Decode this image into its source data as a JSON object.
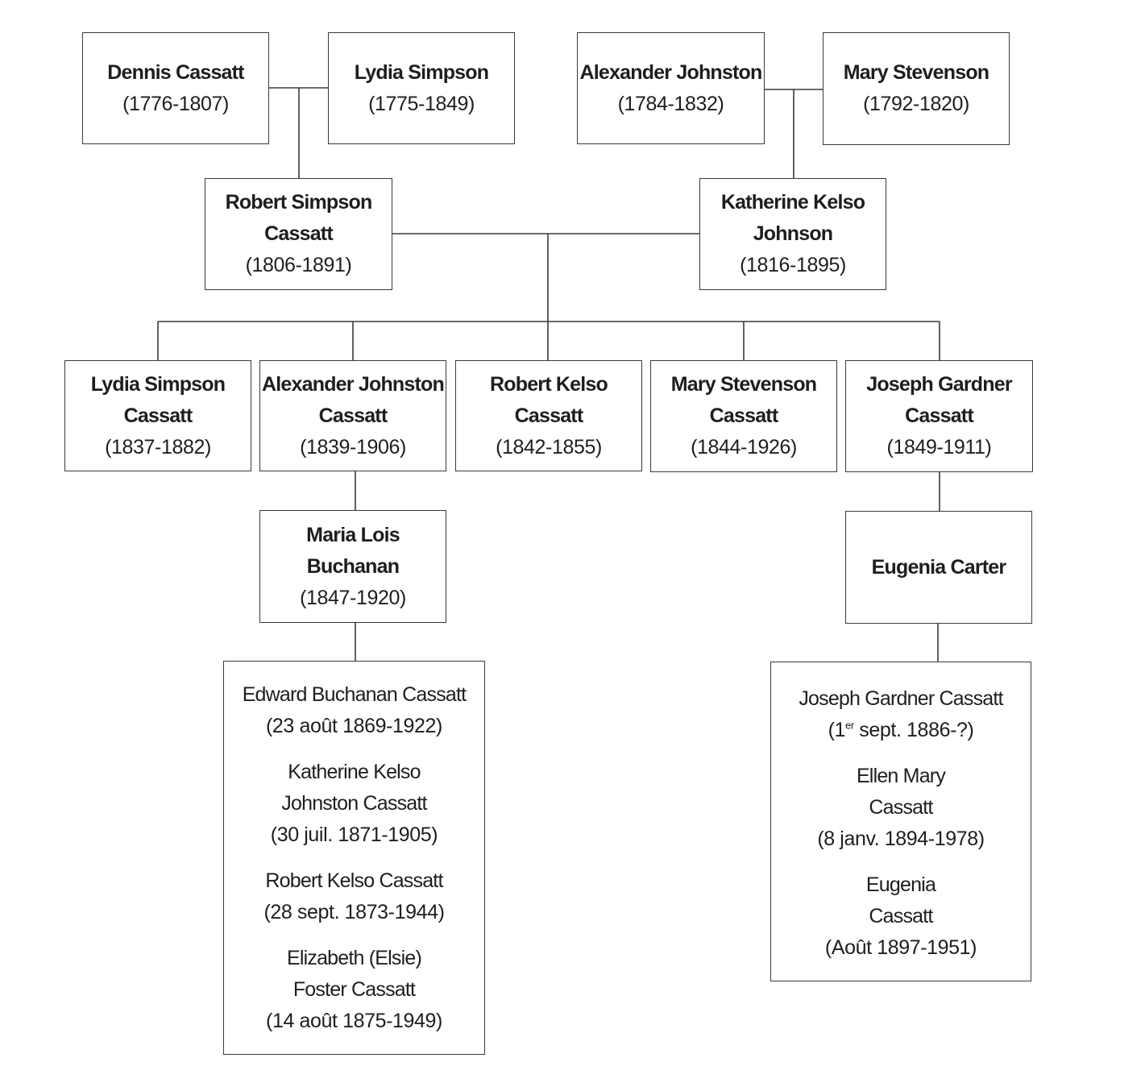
{
  "people": {
    "dennis": {
      "lines": [
        "Dennis Cassatt"
      ],
      "dates": "(1776-1807)"
    },
    "lydia_simpson": {
      "lines": [
        "Lydia Simpson"
      ],
      "dates": "(1775-1849)"
    },
    "alexander_johnston": {
      "lines": [
        "Alexander Johnston"
      ],
      "dates": "(1784-1832)"
    },
    "mary_stevenson": {
      "lines": [
        "Mary Stevenson"
      ],
      "dates": "(1792-1820)"
    },
    "robert_simpson": {
      "lines": [
        "Robert Simpson",
        "Cassatt"
      ],
      "dates": "(1806-1891)"
    },
    "katherine_kelso": {
      "lines": [
        "Katherine Kelso",
        "Johnson"
      ],
      "dates": "(1816-1895)"
    },
    "lydia_cassatt": {
      "lines": [
        "Lydia Simpson",
        "Cassatt"
      ],
      "dates": "(1837-1882)"
    },
    "alexander_cassatt": {
      "lines": [
        "Alexander Johnston",
        "Cassatt"
      ],
      "dates": "(1839-1906)"
    },
    "robert_kelso": {
      "lines": [
        "Robert Kelso",
        "Cassatt"
      ],
      "dates": "(1842-1855)"
    },
    "mary_cassatt": {
      "lines": [
        "Mary Stevenson",
        "Cassatt"
      ],
      "dates": "(1844-1926)"
    },
    "joseph_gardner": {
      "lines": [
        "Joseph Gardner",
        "Cassatt"
      ],
      "dates": "(1849-1911)"
    },
    "maria_lois": {
      "lines": [
        "Maria Lois",
        "Buchanan"
      ],
      "dates": "(1847-1920)"
    },
    "eugenia_carter": {
      "lines": [
        "Eugenia Carter"
      ],
      "dates": ""
    }
  },
  "alexander_children": [
    {
      "lines": [
        "Edward Buchanan Cassatt",
        "(23 août 1869-1922)"
      ]
    },
    {
      "lines": [
        "Katherine Kelso",
        "Johnston Cassatt",
        "(30 juil. 1871-1905)"
      ]
    },
    {
      "lines": [
        "Robert Kelso Cassatt",
        "(28 sept. 1873-1944)"
      ]
    },
    {
      "lines": [
        "Elizabeth (Elsie)",
        "Foster Cassatt",
        "(14 août 1875-1949)"
      ]
    }
  ],
  "joseph_children": {
    "first": {
      "name": "Joseph Gardner Cassatt",
      "date_pre": "(1",
      "date_sup": "er",
      "date_post": " sept. 1886-?)"
    },
    "others": [
      {
        "lines": [
          "Ellen Mary",
          "Cassatt",
          "(8 janv. 1894-1978)"
        ]
      },
      {
        "lines": [
          "Eugenia",
          "Cassatt",
          "(Août 1897-1951)"
        ]
      }
    ]
  }
}
